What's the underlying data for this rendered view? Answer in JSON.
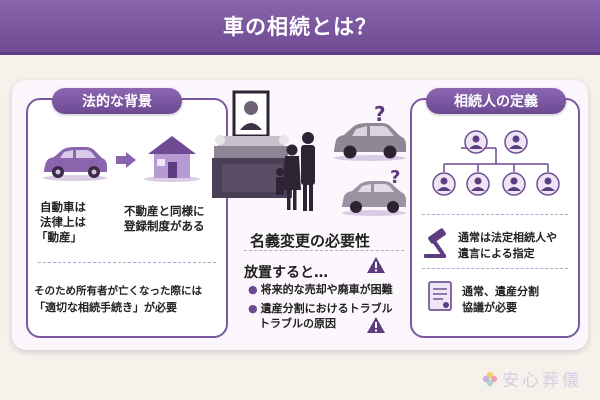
{
  "header": {
    "title": "車の相続とは？"
  },
  "left": {
    "heading": "法的な背景",
    "car_caption_1": "自動車は",
    "car_caption_2": "法律上は",
    "car_caption_3": "「動産」",
    "house_caption_1": "不動産と同様に",
    "house_caption_2": "登録制度がある",
    "note_1": "そのため所有者が亡くなった際には",
    "note_2": "「適切な相続手続き」が必要"
  },
  "center": {
    "title": "名義変更の必要性",
    "subtitle": "放置すると…",
    "bullets": [
      "将来的な売却や廃車が困難",
      "遺産分割におけるトラブル",
      "トラブルの原因"
    ]
  },
  "right": {
    "heading": "相続人の定義",
    "item_1_line_1": "通常は法定相続人や",
    "item_1_line_2": "遺言による指定",
    "item_2_line_1": "通常、遺産分割",
    "item_2_line_2": "協議が必要"
  },
  "footer": {
    "logo_text": "安心葬儀"
  },
  "colors": {
    "accent": "#6e4b93",
    "light": "#efe6f5",
    "warning": "#5b3a7e"
  }
}
